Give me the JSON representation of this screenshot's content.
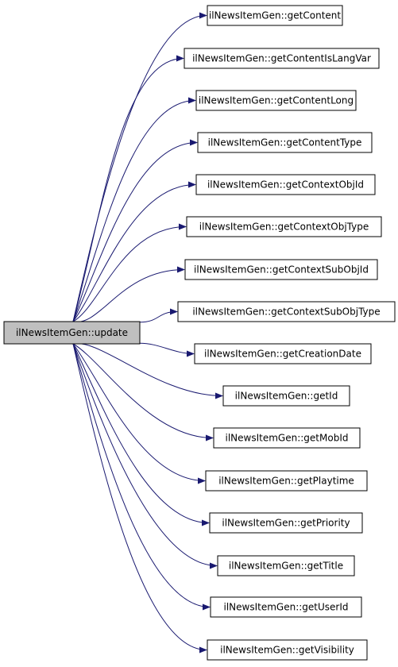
{
  "colors": {
    "edge": "#191970",
    "node_border": "#000000",
    "node_fill": "#ffffff",
    "source_fill": "#bfbfbf"
  },
  "source": {
    "label": "ilNewsItemGen::update"
  },
  "targets": [
    {
      "label": "ilNewsItemGen::getContent"
    },
    {
      "label": "ilNewsItemGen::getContentIsLangVar"
    },
    {
      "label": "ilNewsItemGen::getContentLong"
    },
    {
      "label": "ilNewsItemGen::getContentType"
    },
    {
      "label": "ilNewsItemGen::getContextObjId"
    },
    {
      "label": "ilNewsItemGen::getContextObjType"
    },
    {
      "label": "ilNewsItemGen::getContextSubObjId"
    },
    {
      "label": "ilNewsItemGen::getContextSubObjType"
    },
    {
      "label": "ilNewsItemGen::getCreationDate"
    },
    {
      "label": "ilNewsItemGen::getId"
    },
    {
      "label": "ilNewsItemGen::getMobId"
    },
    {
      "label": "ilNewsItemGen::getPlaytime"
    },
    {
      "label": "ilNewsItemGen::getPriority"
    },
    {
      "label": "ilNewsItemGen::getTitle"
    },
    {
      "label": "ilNewsItemGen::getUserId"
    },
    {
      "label": "ilNewsItemGen::getVisibility"
    }
  ]
}
